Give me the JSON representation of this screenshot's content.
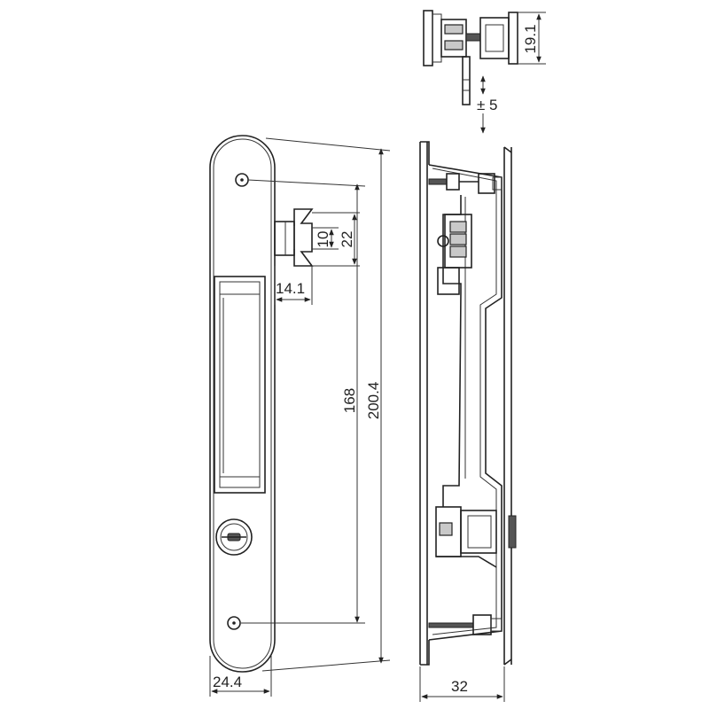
{
  "dimensions": {
    "plate_width": "24.4",
    "plate_height": "200.4",
    "screw_spacing": "168",
    "hook_height": "22",
    "hook_tip": "10",
    "hook_projection": "14.1",
    "body_depth": "32",
    "strike_height": "19.1",
    "adjustment": "± 5"
  },
  "colors": {
    "line": "#222222",
    "background": "#ffffff"
  }
}
